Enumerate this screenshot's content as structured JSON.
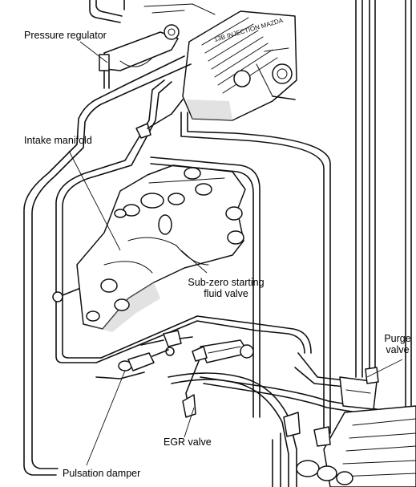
{
  "diagram": {
    "labels": {
      "pressure_regulator": "Pressure regulator",
      "intake_manifold": "Intake manifold",
      "sub_zero_line1": "Sub-zero starting",
      "sub_zero_line2": "fluid valve",
      "purge_line1": "Purge",
      "purge_line2": "valve",
      "egr_valve": "EGR valve",
      "pulsation_damper": "Pulsation damper"
    },
    "engine_cover_text": "13B INJECTION MAZDA"
  }
}
